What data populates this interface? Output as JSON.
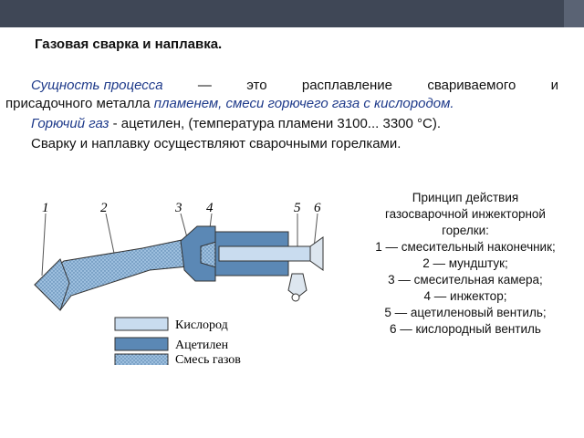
{
  "title": "Газовая сварка и наплавка.",
  "para": {
    "line1_a": "Сущность процесса",
    "line1_b": "—",
    "line1_c": "это",
    "line1_d": "расплавление",
    "line1_e": "свариваемого",
    "line1_f": "и",
    "line2_a": "присадочного металла ",
    "line2_b": "пламенем, смеси горючего газа с кислородом.",
    "line3_a": "Горючий газ",
    "line3_b": " - ацетилен, (температура пламени 3100... 3300 °С).",
    "line4": "Сварку и наплавку осуществляют сварочными горелками."
  },
  "diagram": {
    "numbers": [
      "1",
      "2",
      "3",
      "4",
      "5",
      "6"
    ],
    "legend": [
      "Кислород",
      "Ацетилен",
      "Смесь газов"
    ]
  },
  "caption": {
    "title1": "Принцип действия",
    "title2": "газосварочной инжекторной",
    "title3": "горелки:",
    "items": [
      "1 — смесительный наконечник;",
      "2 — мундштук;",
      "3 — смесительная камера;",
      "4 — инжектор;",
      "5 — ацетиленовый вентиль;",
      "6 — кислородный вентиль"
    ]
  },
  "colors": {
    "top_bar": "#3f4756",
    "oxygen": "#c9dcef",
    "acetylene": "#5b88b5",
    "mixture": "#8fb4d6"
  }
}
